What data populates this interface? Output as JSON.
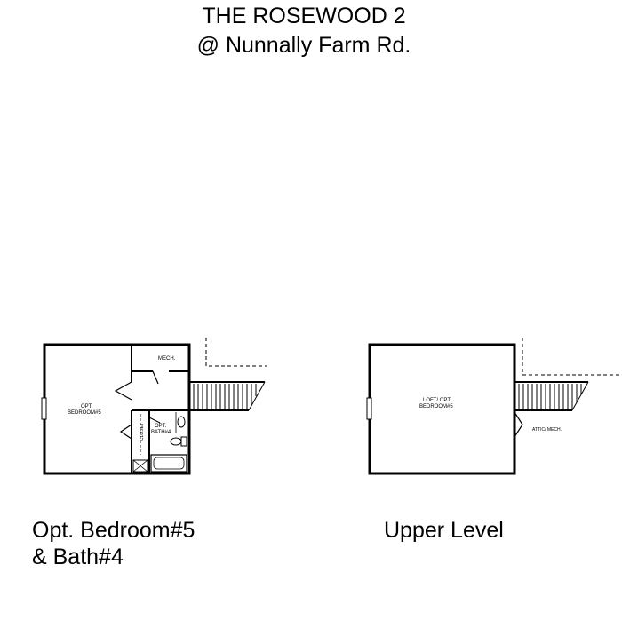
{
  "header": {
    "title_line1": "THE ROSEWOOD 2",
    "title_line2": "@ Nunnally Farm Rd."
  },
  "plan_left": {
    "caption_line1": "Opt. Bedroom#5",
    "caption_line2": "& Bath#4",
    "labels": {
      "mech": "MECH.",
      "bedroom_line1": "OPT.",
      "bedroom_line2": "BEDROOM#5",
      "bath_line1": "OPT.",
      "bath_line2": "BATH#4",
      "closet": "CLOSET"
    }
  },
  "plan_right": {
    "caption": "Upper Level",
    "labels": {
      "room_line1": "LOFT/ OPT.",
      "room_line2": "BEDROOM#5",
      "attic": "ATTIC/ MECH."
    }
  }
}
